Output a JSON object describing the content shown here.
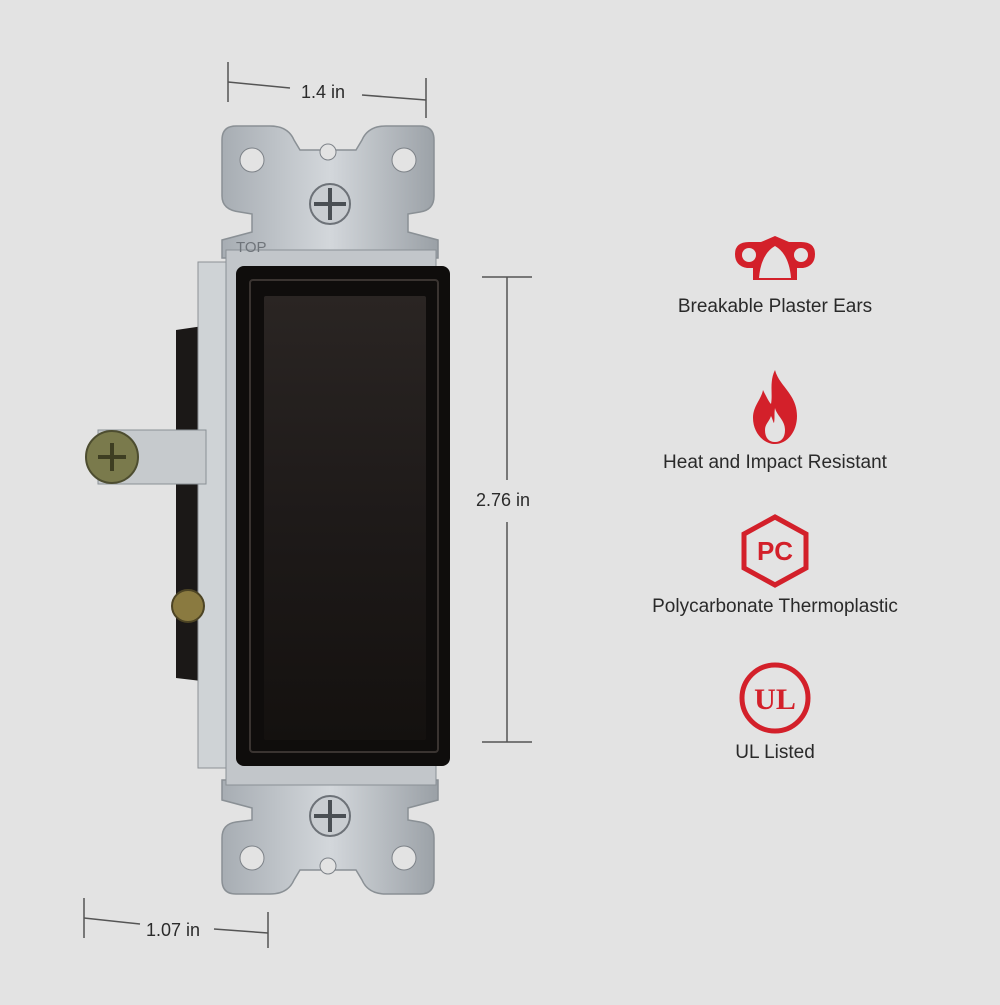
{
  "dimensions": {
    "width": "1.4 in",
    "height": "2.76 in",
    "depth": "1.07 in"
  },
  "features": [
    {
      "icon": "plaster-ears-icon",
      "label": "Breakable Plaster Ears"
    },
    {
      "icon": "flame-icon",
      "label": "Heat and Impact Resistant"
    },
    {
      "icon": "pc-hexagon-icon",
      "label": "Polycarbonate Thermoplastic",
      "icon_text": "PC"
    },
    {
      "icon": "ul-logo-icon",
      "label": "UL Listed",
      "icon_text": "UL"
    }
  ],
  "strap_marking": "TOP",
  "colors": {
    "background": "#e3e3e3",
    "accent": "#d3202a",
    "switch": "#1a1716",
    "metal": "#b7bcc1"
  }
}
